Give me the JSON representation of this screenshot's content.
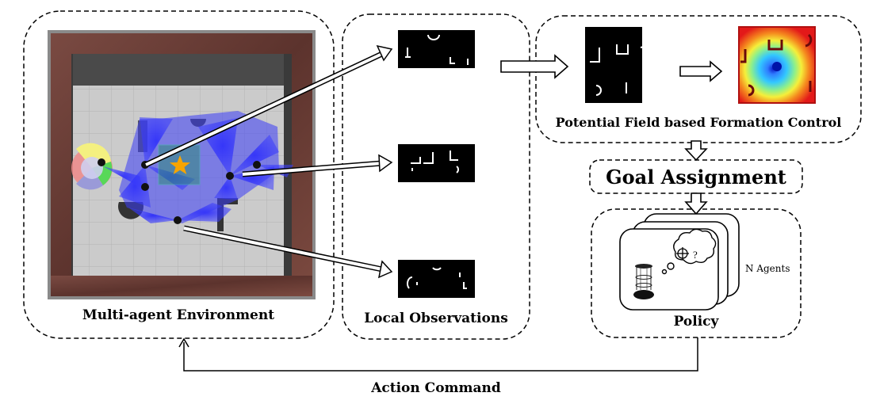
{
  "labels": {
    "environment": "Multi-agent Environment",
    "observations": "Local Observations",
    "potential_field": "Potential Field based Formation Control",
    "goal_assignment": "Goal Assignment",
    "policy": "Policy",
    "n_agents": "N Agents",
    "action_command": "Action Command",
    "thought_mark": "?"
  },
  "colors": {
    "frame_wood": "#6b3c35",
    "floor": "#c9c9c9",
    "sensor_blue": "#2a2cf0",
    "target_star": "#f7a400",
    "field_low": "#1030e0",
    "field_high": "#e82020"
  }
}
